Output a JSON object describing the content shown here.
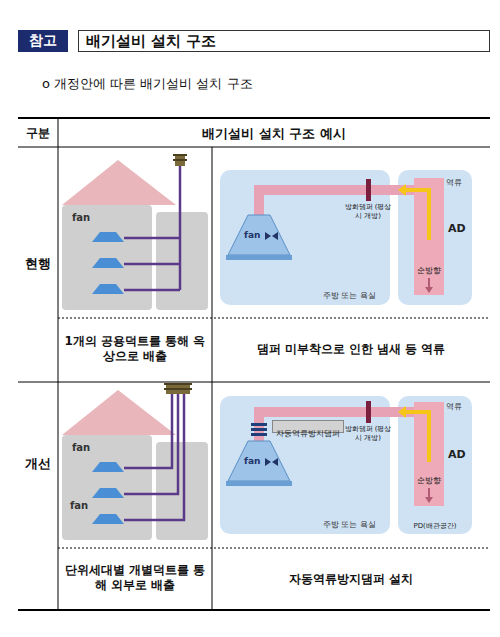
{
  "diagram": {
    "title": "배기설비 설치 구조",
    "nodes": [
      {
        "text": [
          "참고"
        ]
      },
      {
        "text": [
          "주방 또는 욕실"
        ]
      },
      {
        "text": [
          "AD"
        ]
      },
      {
        "text": [
          "주방 또는 욕실"
        ]
      },
      {
        "text": [
          "자동역류방지댐퍼"
        ],
        "in": 3
      },
      {
        "text": [
          "AD",
          "PD(배관공간)"
        ]
      }
    ],
    "edges": [
      {
        "from": 1,
        "to": 2,
        "arrow": "none"
      },
      {
        "from": 3,
        "to": 5,
        "arrow": "none"
      }
    ],
    "labels": [
      "o 개정안에 따른 배기설비 설치 구조",
      "구분",
      "배기설비 설치 구조 예시",
      "현행",
      "fan",
      "fan",
      "방화댐퍼 (평상시 개방)",
      "역류",
      "순방향",
      "1개의 공용덕트를 통해 옥상으로 배출",
      "댐퍼 미부착으로 인한 냄새 등 역류",
      "개선",
      "fan",
      "fan",
      "fan",
      "방화댐퍼 (평상시 개방)",
      "역류",
      "순방향",
      "단위세대별 개별덕트를 통해 외부로 배출",
      "자동역류방지댐퍼 설치"
    ]
  }
}
